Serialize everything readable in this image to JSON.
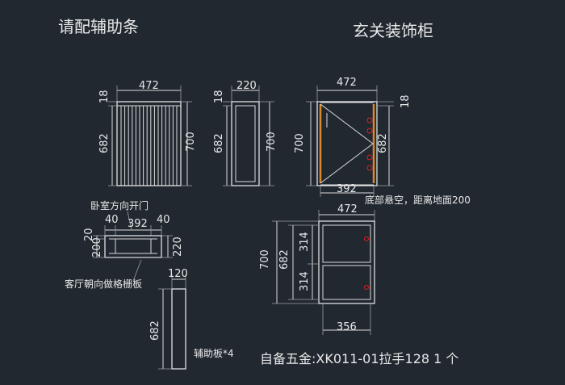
{
  "titles": {
    "left": "请配辅助条",
    "right": "玄关装饰柜"
  },
  "dims": {
    "d472a": "472",
    "d18a": "18",
    "d682a": "682",
    "d700a": "700",
    "d220a": "220",
    "d18b": "18",
    "d682b": "682",
    "d700b": "700",
    "d472b": "472",
    "d700c": "700",
    "d682c": "682",
    "d18c": "18",
    "d392a": "392",
    "d472c": "472",
    "d700d": "700",
    "d682d": "682",
    "d314a": "314",
    "d314b": "314",
    "d356": "356",
    "d40a": "40",
    "d392b": "392",
    "d40b": "40",
    "d20": "20",
    "d200": "200",
    "d220b": "220",
    "d120": "120",
    "d682e": "682"
  },
  "notes": {
    "bedroom": "卧室方向开门",
    "living": "客厅朝向做格栅板",
    "hanging": "底部悬空，距离地面200",
    "aux": "辅助板*4",
    "hardware": "自备五金:XK011-01拉手128 1 个"
  }
}
